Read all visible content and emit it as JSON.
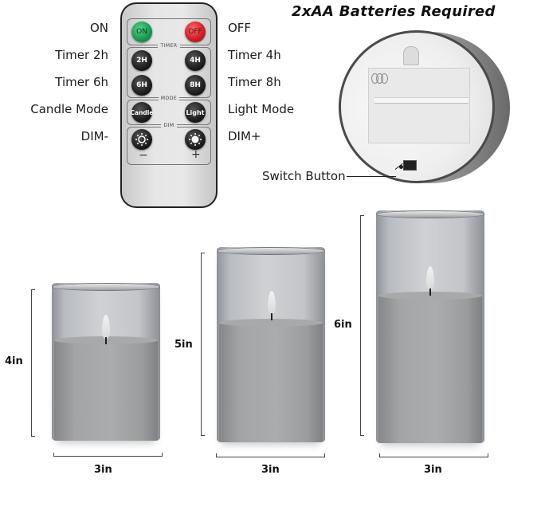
{
  "remote": {
    "groups": [
      "TIMER",
      "MODE",
      "DIM"
    ],
    "buttons": {
      "on": "ON",
      "off": "OFF",
      "t2": "2H",
      "t4": "4H",
      "t6": "6H",
      "t8": "8H",
      "candle": "Candle",
      "light": "Light",
      "dim_minus_sign": "−",
      "dim_plus_sign": "+"
    },
    "colors": {
      "on": "#1f9a55",
      "off": "#d11f2a",
      "dark": "#1b1b1b"
    }
  },
  "labels": {
    "left": [
      "ON",
      "Timer 2h",
      "Timer 6h",
      "Candle Mode",
      "DIM-"
    ],
    "right": [
      "OFF",
      "Timer 4h",
      "Timer 8h",
      "Light Mode",
      "DIM+"
    ]
  },
  "battery": {
    "title": "2xAA Batteries Required",
    "switch_label": "Switch Button"
  },
  "candles": [
    {
      "height_label": "4in",
      "width_label": "3in"
    },
    {
      "height_label": "5in",
      "width_label": "3in"
    },
    {
      "height_label": "6in",
      "width_label": "3in"
    }
  ]
}
